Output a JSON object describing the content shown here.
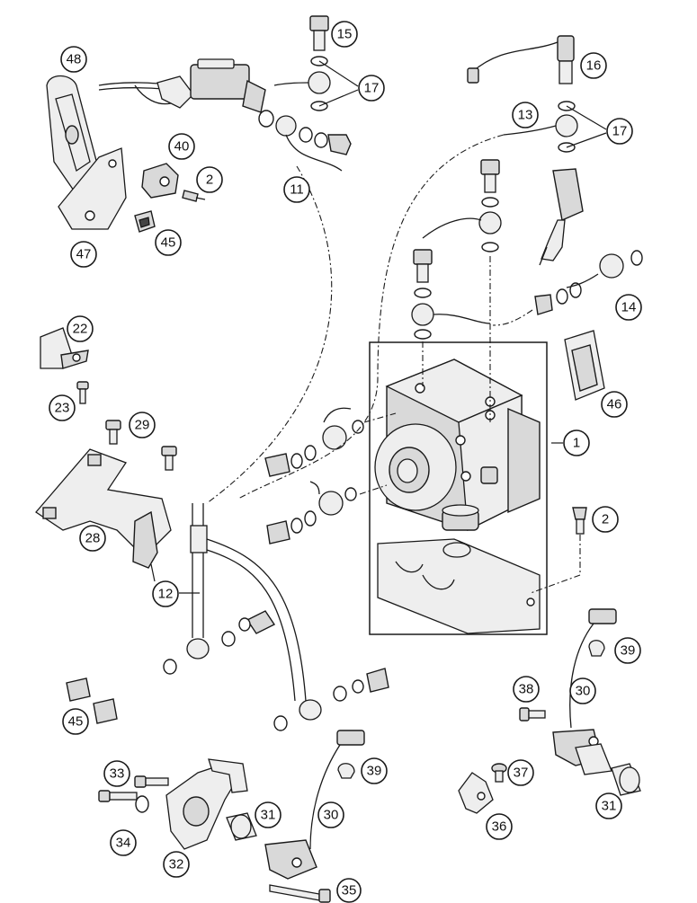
{
  "callouts": [
    {
      "id": "c48",
      "label": "48"
    },
    {
      "id": "c15",
      "label": "15"
    },
    {
      "id": "c17a",
      "label": "17"
    },
    {
      "id": "c16",
      "label": "16"
    },
    {
      "id": "c13",
      "label": "13"
    },
    {
      "id": "c17b",
      "label": "17"
    },
    {
      "id": "c40",
      "label": "40"
    },
    {
      "id": "c2a",
      "label": "2"
    },
    {
      "id": "c11",
      "label": "11"
    },
    {
      "id": "c45a",
      "label": "45"
    },
    {
      "id": "c47",
      "label": "47"
    },
    {
      "id": "c14",
      "label": "14"
    },
    {
      "id": "c22",
      "label": "22"
    },
    {
      "id": "c46",
      "label": "46"
    },
    {
      "id": "c23",
      "label": "23"
    },
    {
      "id": "c29",
      "label": "29"
    },
    {
      "id": "c1",
      "label": "1"
    },
    {
      "id": "c2b",
      "label": "2"
    },
    {
      "id": "c28",
      "label": "28"
    },
    {
      "id": "c12",
      "label": "12"
    },
    {
      "id": "c39a",
      "label": "39"
    },
    {
      "id": "c38",
      "label": "38"
    },
    {
      "id": "c30a",
      "label": "30"
    },
    {
      "id": "c45b",
      "label": "45"
    },
    {
      "id": "c33",
      "label": "33"
    },
    {
      "id": "c39b",
      "label": "39"
    },
    {
      "id": "c37",
      "label": "37"
    },
    {
      "id": "c31a",
      "label": "31"
    },
    {
      "id": "c30b",
      "label": "30"
    },
    {
      "id": "c31b",
      "label": "31"
    },
    {
      "id": "c34",
      "label": "34"
    },
    {
      "id": "c36",
      "label": "36"
    },
    {
      "id": "c32",
      "label": "32"
    },
    {
      "id": "c35",
      "label": "35"
    }
  ]
}
